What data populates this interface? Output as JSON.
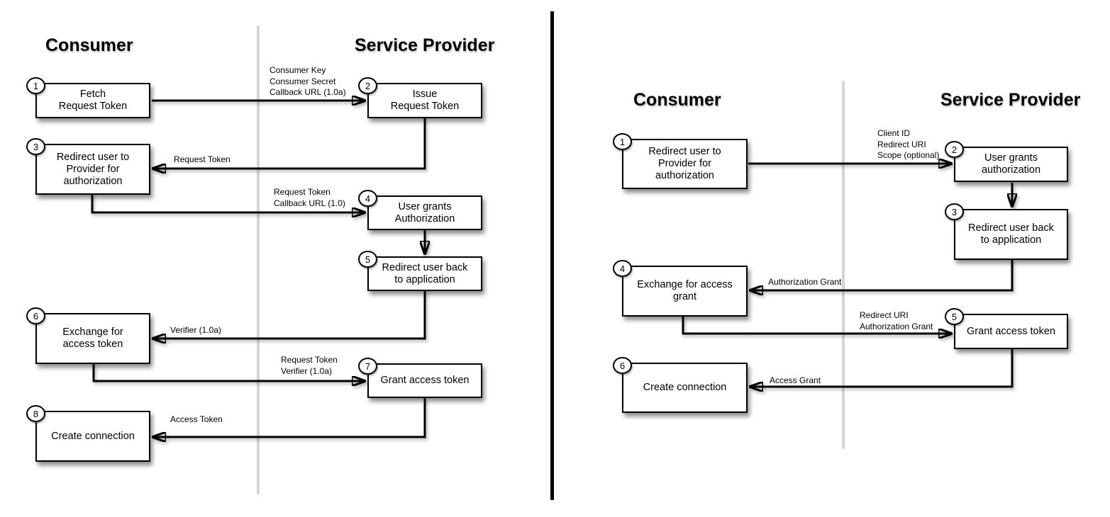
{
  "colors": {
    "background": "#ffffff",
    "box_border": "#000000",
    "lane_divider_gray": "#d5d5d5",
    "panel_divider_black": "#000000"
  },
  "diagram_left": {
    "consumer_header": "Consumer",
    "provider_header": "Service Provider",
    "boxes": [
      {
        "num": "1",
        "label": "Fetch\nRequest Token"
      },
      {
        "num": "2",
        "label": "Issue\nRequest Token"
      },
      {
        "num": "3",
        "label": "Redirect user to\nProvider for\nauthorization"
      },
      {
        "num": "4",
        "label": "User grants\nAuthorization"
      },
      {
        "num": "5",
        "label": "Redirect user back\nto application"
      },
      {
        "num": "6",
        "label": "Exchange for\naccess token"
      },
      {
        "num": "7",
        "label": "Grant access token"
      },
      {
        "num": "8",
        "label": "Create connection"
      }
    ],
    "labels": [
      "Consumer Key\nConsumer Secret\nCallback URL (1.0a)",
      "Request Token",
      "Request Token\nCallback URL (1.0)",
      "Verifier (1.0a)",
      "Request Token\nVerifier (1.0a)",
      "Access Token"
    ]
  },
  "diagram_right": {
    "consumer_header": "Consumer",
    "provider_header": "Service Provider",
    "boxes": [
      {
        "num": "1",
        "label": "Redirect user to\nProvider for\nauthorization"
      },
      {
        "num": "2",
        "label": "User grants\nauthorization"
      },
      {
        "num": "3",
        "label": "Redirect user back\nto application"
      },
      {
        "num": "4",
        "label": "Exchange for access\ngrant"
      },
      {
        "num": "5",
        "label": "Grant access token"
      },
      {
        "num": "6",
        "label": "Create connection"
      }
    ],
    "labels": [
      "Client ID\nRedirect URI\nScope (optional)",
      "Authorization Grant",
      "Redirect URI\nAuthorization Grant",
      "Access Grant"
    ]
  }
}
